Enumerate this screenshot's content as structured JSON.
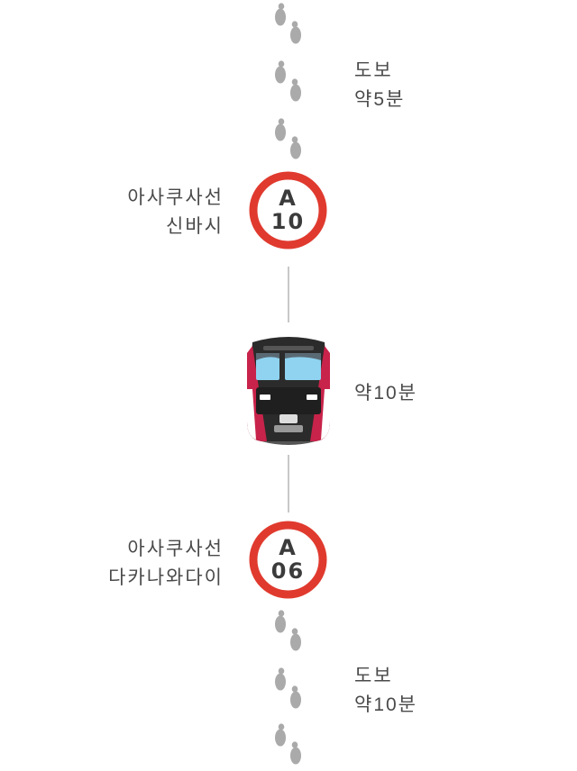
{
  "segments": [
    {
      "type": "walk",
      "lines": [
        "도보",
        "약5분"
      ]
    },
    {
      "type": "station",
      "line_name": "아사쿠사선",
      "station_name": "신바시",
      "code_letter": "A",
      "code_number": "10"
    },
    {
      "type": "train",
      "duration": "약10분"
    },
    {
      "type": "station",
      "line_name": "아사쿠사선",
      "station_name": "다카나와다이",
      "code_letter": "A",
      "code_number": "06"
    },
    {
      "type": "walk",
      "lines": [
        "도보",
        "약10분"
      ]
    }
  ],
  "colors": {
    "station_ring": "#e03a2e",
    "footprint": "#aaaaaa",
    "connector_line": "#c8c8c8",
    "train_body": "#2b2b2b",
    "train_accent": "#c8234a",
    "train_window": "#8fd3f0"
  },
  "icons": [
    "footprints-icon",
    "station-badge",
    "train-icon"
  ]
}
